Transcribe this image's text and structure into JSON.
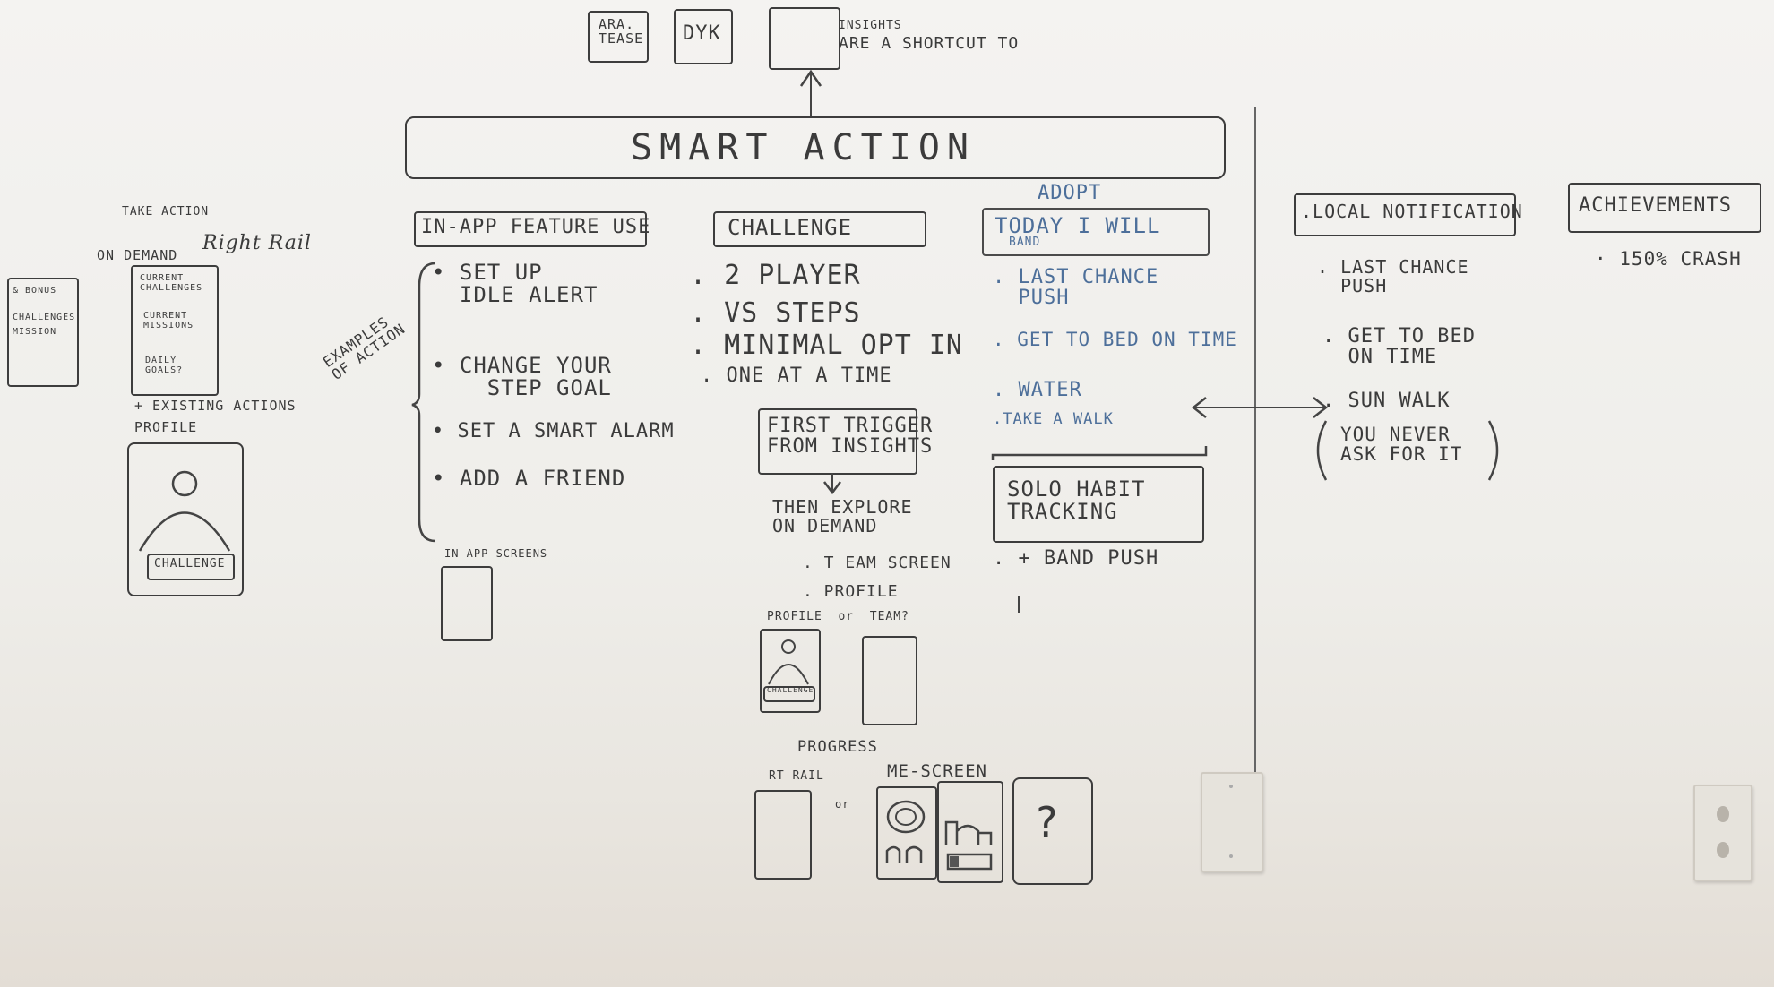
{
  "top": {
    "box1": "ARA.\nTEASE",
    "box2": "DYK",
    "insights_small": "INSIGHTS",
    "insights_note": "ARE A SHORTCUT TO"
  },
  "banner": "SMART ACTION",
  "left": {
    "take_action": "TAKE ACTION",
    "on_demand": "ON DEMAND",
    "right_rail": "Right Rail",
    "phone_small": [
      "& BONUS",
      "CHALLENGES",
      "MISSION"
    ],
    "rail_items": [
      "CURRENT\nCHALLENGES",
      "CURRENT\nMISSIONS",
      "DAILY\nGOALS?"
    ],
    "existing_actions": "+ EXISTING ACTIONS",
    "profile": "PROFILE",
    "challenge_btn": "CHALLENGE",
    "examples": "EXAMPLES\nOF ACTION"
  },
  "col_inapp": {
    "header": "IN-APP FEATURE USE",
    "items": [
      "• SET UP\n  IDLE ALERT",
      "• CHANGE YOUR\n    STEP GOAL",
      "• SET A SMART ALARM",
      "• ADD A FRIEND"
    ],
    "screens_label": "IN-APP SCREENS"
  },
  "col_challenge": {
    "header": "CHALLENGE",
    "items": [
      ". 2 PLAYER",
      ".  VS STEPS",
      ". MINIMAL OPT IN",
      ". ONE AT A TIME"
    ],
    "first_trigger": "FIRST TRIGGER\nFROM INSIGHTS",
    "then_explore": "THEN EXPLORE\nON DEMAND",
    "sub_items": [
      ". T EAM SCREEN",
      ". PROFILE"
    ],
    "profile_or_team": "PROFILE  or  TEAM?",
    "mini_btn": "CHALLENGE",
    "progress": "PROGRESS",
    "rt_rail": "RT RAIL",
    "or": "or",
    "me_screen": "ME-SCREEN",
    "question": "?"
  },
  "col_adopt": {
    "adopt": "ADOPT",
    "header": "TODAY I WILL",
    "band": "BAND",
    "items": [
      ". LAST CHANCE\n  PUSH",
      ". GET TO BED ON TIME",
      ". WATER",
      ".TAKE A WALK"
    ],
    "solo": "SOLO HABIT\nTRACKING",
    "band_push": ". + BAND PUSH"
  },
  "col_local": {
    "header": ".LOCAL NOTIFICATION",
    "items": [
      ". LAST CHANCE\n  PUSH",
      ". GET TO BED\n  ON TIME",
      ". SUN WALK"
    ],
    "aside": "YOU NEVER\nASK FOR IT"
  },
  "col_achieve": {
    "header": "ACHIEVEMENTS",
    "items": [
      "· 150% CRASH"
    ]
  },
  "colors": {
    "board": "#f1f0ed",
    "ink": "#3b3b3b",
    "blue_ink": "#4d6f9a"
  }
}
